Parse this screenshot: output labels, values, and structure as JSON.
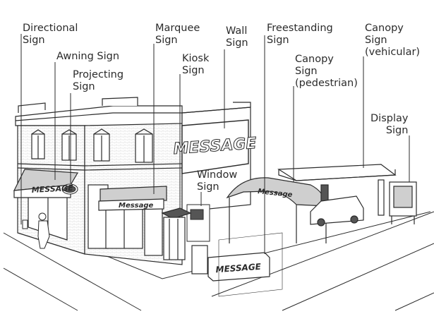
{
  "labels": {
    "directional": [
      "Directional",
      "Sign"
    ],
    "awning": [
      "Awning Sign"
    ],
    "projecting": [
      "Projecting",
      "Sign"
    ],
    "marquee": [
      "Marquee",
      "Sign"
    ],
    "kiosk": [
      "Kiosk",
      "Sign"
    ],
    "wall": [
      "Wall",
      "Sign"
    ],
    "freestanding": [
      "Freestanding",
      "Sign"
    ],
    "canopy_pedestrian": [
      "Canopy",
      "Sign",
      "(pedestrian)"
    ],
    "canopy_vehicular": [
      "Canopy",
      "Sign",
      "(vehicular)"
    ],
    "display": [
      "Display",
      "Sign"
    ],
    "window": [
      "Window",
      "Sign"
    ]
  },
  "sign_text": {
    "message": "MESSAGE",
    "awning_message": "MESSAGE",
    "marquee_message": "Message",
    "canopy_message": "Message"
  },
  "colors": {
    "ink": "#2b2b2b",
    "shade": "#cfcfcf",
    "dark": "#555555",
    "paper": "#ffffff"
  }
}
